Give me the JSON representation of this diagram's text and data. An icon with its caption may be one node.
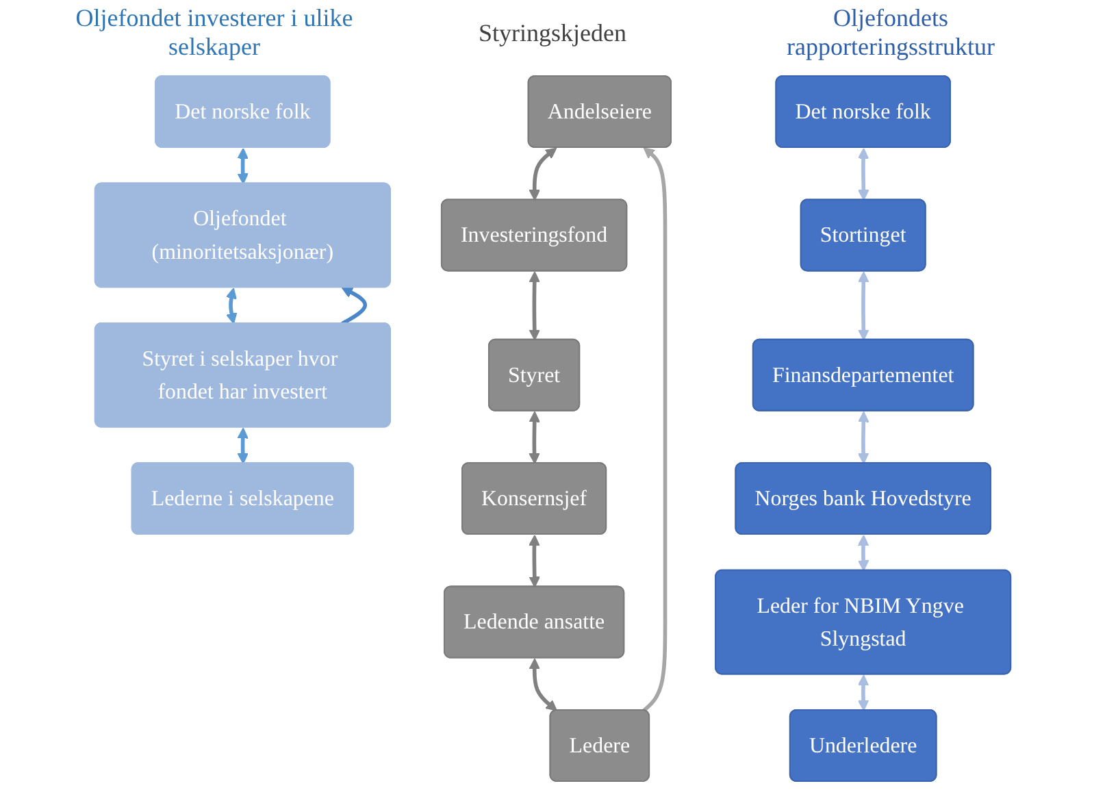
{
  "diagram": {
    "nodes": [
      {
        "text": [
          "Det norske folk"
        ]
      },
      {
        "text": [
          "Oljefondet (minoritetsaksjonær)"
        ]
      },
      {
        "text": [
          "Styret i selskaper hvor fondet har investert"
        ]
      },
      {
        "text": [
          "Lederne i selskapene"
        ]
      },
      {
        "text": [
          "Andelseiere"
        ]
      },
      {
        "text": [
          "Investeringsfond"
        ]
      },
      {
        "text": [
          "Styret"
        ]
      },
      {
        "text": [
          "Konsernsjef"
        ]
      },
      {
        "text": [
          "Ledende ansatte"
        ]
      },
      {
        "text": [
          "Ledere"
        ]
      },
      {
        "text": [
          "Det norske folk"
        ]
      },
      {
        "text": [
          "Stortinget"
        ]
      },
      {
        "text": [
          "Finansdepartementet"
        ]
      },
      {
        "text": [
          "Norges bank Hovedstyre"
        ]
      },
      {
        "text": [
          "Leder for NBIM Yngve Slyngstad"
        ]
      },
      {
        "text": [
          "Underledere"
        ]
      }
    ],
    "edges": [
      {
        "from": 0,
        "to": 1,
        "arrow": "both",
        "color": "#5b9bd5"
      },
      {
        "from": 1,
        "to": 2,
        "arrow": "both",
        "color": "#5b9bd5"
      },
      {
        "from": 2,
        "to": 3,
        "arrow": "both",
        "color": "#5b9bd5"
      },
      {
        "from": 2,
        "to": 1,
        "arrow": "to",
        "color": "#4a86c8"
      },
      {
        "from": 4,
        "to": 5,
        "arrow": "both",
        "color": "#808080"
      },
      {
        "from": 5,
        "to": 6,
        "arrow": "both",
        "color": "#808080"
      },
      {
        "from": 6,
        "to": 7,
        "arrow": "both",
        "color": "#808080"
      },
      {
        "from": 7,
        "to": 8,
        "arrow": "both",
        "color": "#808080"
      },
      {
        "from": 8,
        "to": 9,
        "arrow": "both",
        "color": "#808080"
      },
      {
        "from": 9,
        "to": 4,
        "arrow": "to",
        "color": "#a6a6a6"
      },
      {
        "from": 10,
        "to": 11,
        "arrow": "both",
        "color": "#a9bde0"
      },
      {
        "from": 11,
        "to": 12,
        "arrow": "both",
        "color": "#a9bde0"
      },
      {
        "from": 12,
        "to": 13,
        "arrow": "both",
        "color": "#a9bde0"
      },
      {
        "from": 13,
        "to": 14,
        "arrow": "both",
        "color": "#a9bde0"
      },
      {
        "from": 14,
        "to": 15,
        "arrow": "both",
        "color": "#a9bde0"
      }
    ],
    "labels": [
      "Oljefondet investerer i ulike selskaper",
      "Styringskjeden",
      "Oljefondets rapporteringsstruktur"
    ]
  }
}
